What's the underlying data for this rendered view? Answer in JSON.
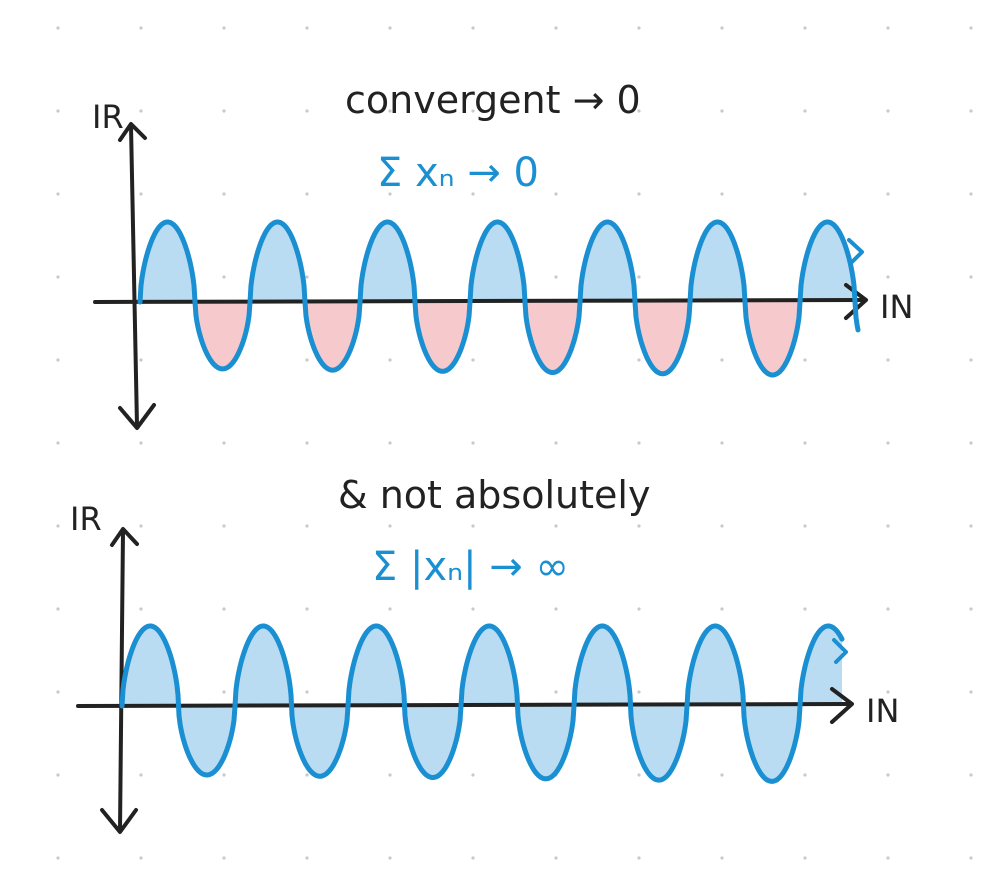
{
  "colors": {
    "ink": "#222222",
    "blue": "#1a8fd1",
    "blue_fill": "#b9dcf2",
    "red_fill": "#f6c9cd",
    "dot": "#c9c9c9"
  },
  "panels": [
    {
      "title": "convergent → 0",
      "subtitle": "Σ xₙ → 0",
      "y_axis_label": "IR",
      "x_axis_label": "IN",
      "negative_lobes": "red"
    },
    {
      "title": "& not absolutely",
      "subtitle": "Σ |xₙ| → ∞",
      "y_axis_label": "IR",
      "x_axis_label": "IN",
      "negative_lobes": "blue"
    }
  ]
}
